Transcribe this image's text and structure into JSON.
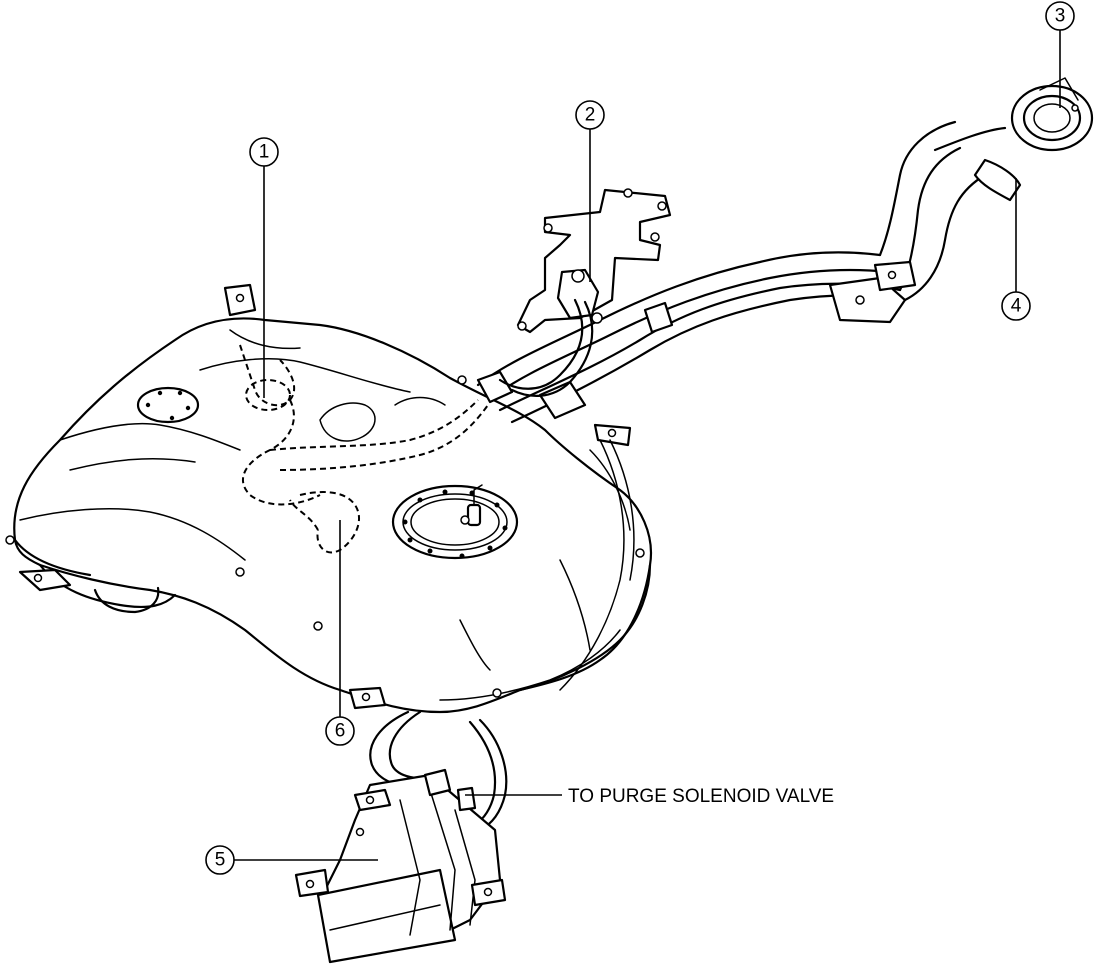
{
  "callouts": [
    {
      "id": "callout-1",
      "number": "1"
    },
    {
      "id": "callout-2",
      "number": "2"
    },
    {
      "id": "callout-3",
      "number": "3"
    },
    {
      "id": "callout-4",
      "number": "4"
    },
    {
      "id": "callout-5",
      "number": "5"
    },
    {
      "id": "callout-6",
      "number": "6"
    }
  ],
  "labels": {
    "purge_valve": "TO PURGE SOLENOID VALVE"
  }
}
